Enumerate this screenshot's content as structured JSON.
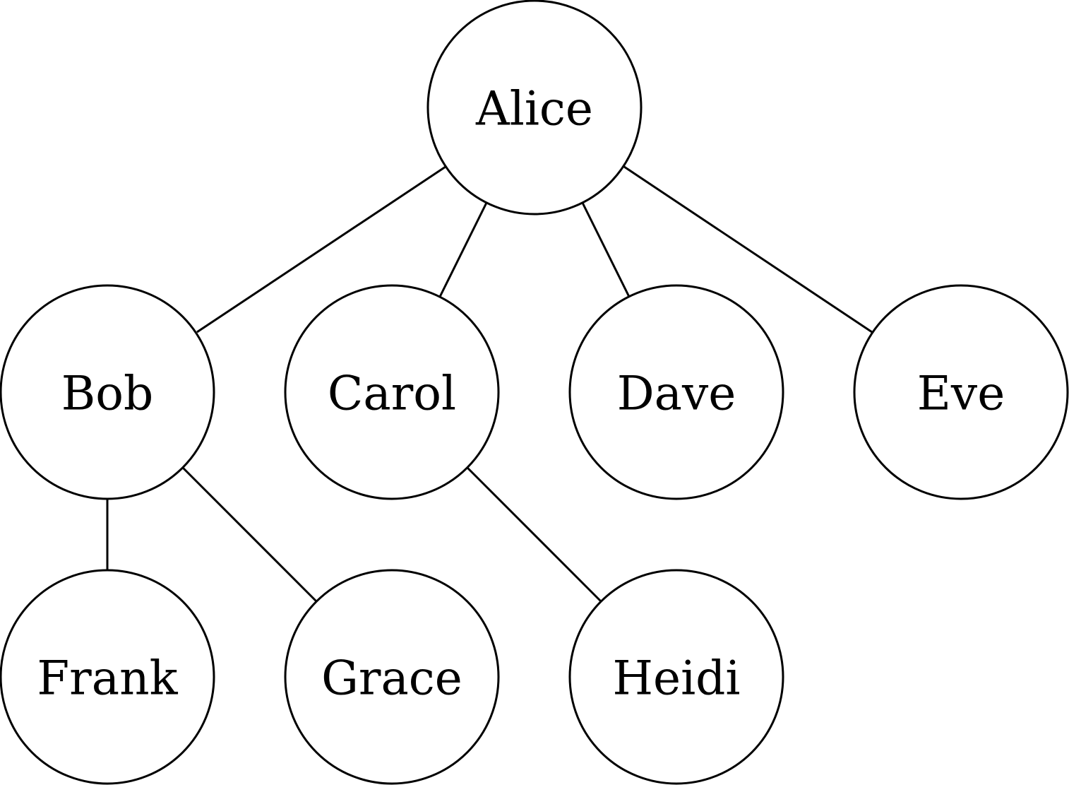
{
  "tree": {
    "nodes": [
      {
        "id": "alice",
        "label": "Alice"
      },
      {
        "id": "bob",
        "label": "Bob"
      },
      {
        "id": "carol",
        "label": "Carol"
      },
      {
        "id": "dave",
        "label": "Dave"
      },
      {
        "id": "eve",
        "label": "Eve"
      },
      {
        "id": "frank",
        "label": "Frank"
      },
      {
        "id": "grace",
        "label": "Grace"
      },
      {
        "id": "heidi",
        "label": "Heidi"
      }
    ],
    "edges": [
      {
        "from": "alice",
        "to": "bob"
      },
      {
        "from": "alice",
        "to": "carol"
      },
      {
        "from": "alice",
        "to": "dave"
      },
      {
        "from": "alice",
        "to": "eve"
      },
      {
        "from": "bob",
        "to": "frank"
      },
      {
        "from": "bob",
        "to": "grace"
      },
      {
        "from": "carol",
        "to": "heidi"
      }
    ]
  }
}
